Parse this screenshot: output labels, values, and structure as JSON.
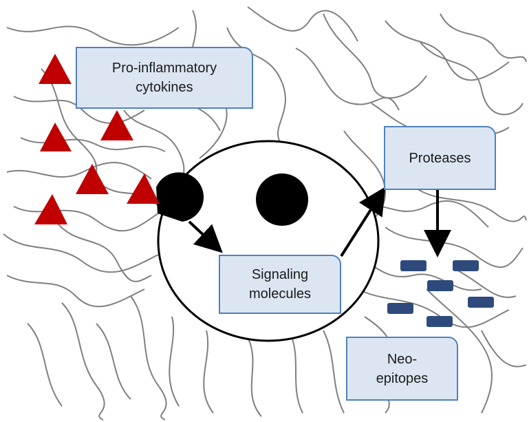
{
  "labels": {
    "cytokines": "Pro-inflammatory\ncytokines",
    "proteases": "Proteases",
    "signaling": "Signaling\nmolecules",
    "neo_epitopes": "Neo-\nepitopes"
  },
  "colors": {
    "fiber": "#7f7f7f",
    "cytokine_triangle": "#c00000",
    "neo_epitope_bar": "#2e4a7d",
    "box_fill": "#dce6f2",
    "box_border": "#4f81bd",
    "cell_outline": "#000000",
    "receptor": "#000000",
    "nucleus": "#000000",
    "arrow": "#000000"
  }
}
